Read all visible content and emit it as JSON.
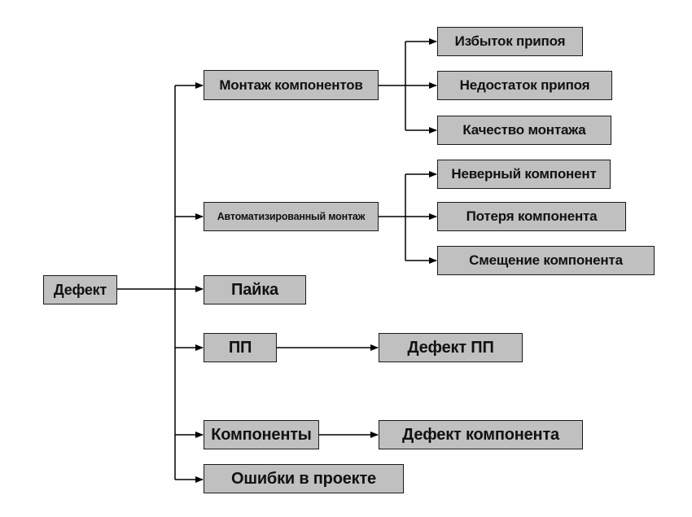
{
  "root": {
    "label": "Дефект"
  },
  "categories": {
    "assembly": {
      "label": "Монтаж компонентов",
      "children": [
        "Избыток припоя",
        "Недостаток припоя",
        "Качество монтажа"
      ]
    },
    "automated": {
      "label": "Автоматизированный монтаж",
      "children": [
        "Неверный компонент",
        "Потеря компонента",
        "Смещение компонента"
      ]
    },
    "soldering": {
      "label": "Пайка"
    },
    "pcb": {
      "label": "ПП",
      "child": "Дефект ПП"
    },
    "components": {
      "label": "Компоненты",
      "child": "Дефект компонента"
    },
    "design": {
      "label": "Ошибки в проекте"
    }
  },
  "colors": {
    "box_fill": "#c0c0c0",
    "line": "#000000"
  }
}
